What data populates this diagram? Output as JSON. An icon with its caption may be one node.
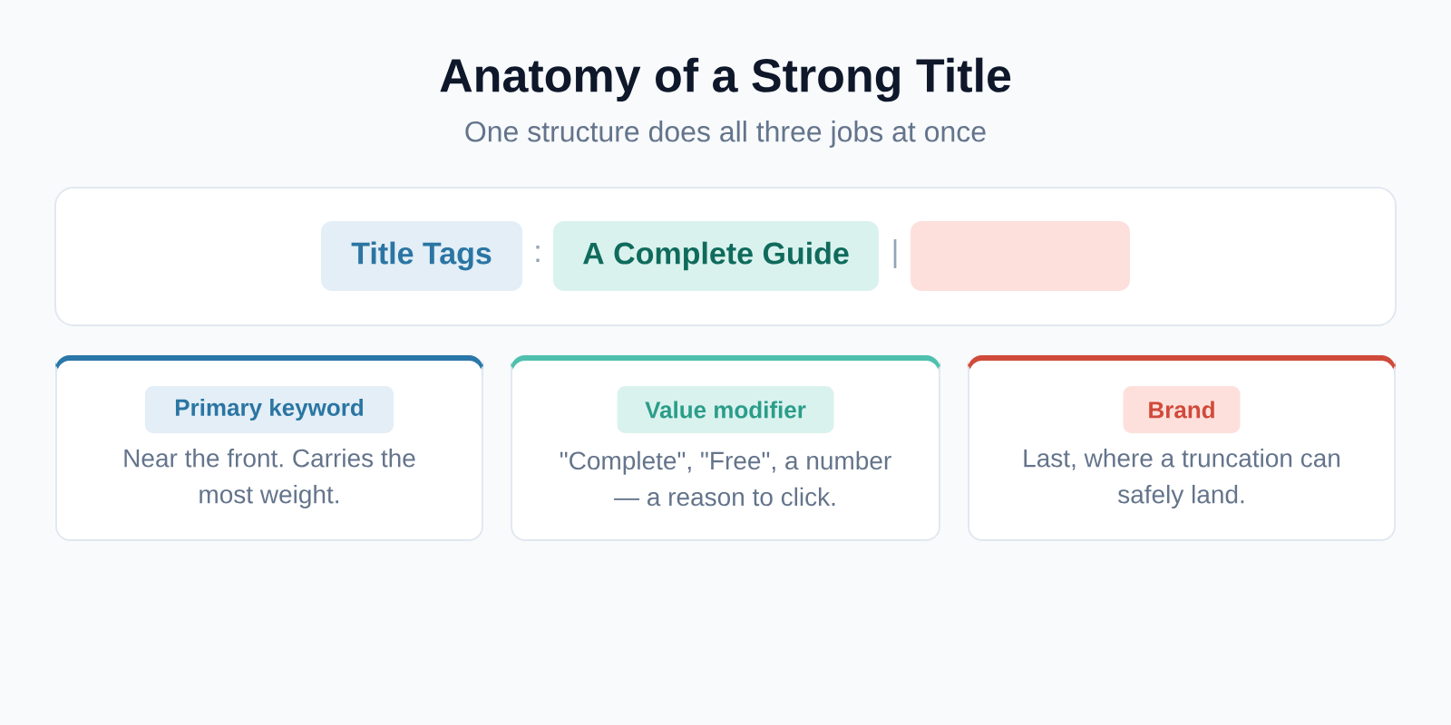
{
  "diagram": {
    "title": "Anatomy of a Strong Title",
    "nodes": [
      {
        "text": [],
        "shape": "box"
      },
      {
        "text": [
          "Title Tags"
        ],
        "in": 0
      },
      {
        "text": [
          "A Complete Guide"
        ],
        "in": 0
      },
      {
        "text": [],
        "shape": "box",
        "in": 0
      },
      {
        "text": [
          "Near the front. Carries the most weight."
        ]
      },
      {
        "text": [
          "Primary keyword"
        ],
        "in": 4
      },
      {
        "text": [
          "\"Complete\", \"Free\", a number — a reason to click."
        ]
      },
      {
        "text": [
          "Value modifier"
        ],
        "in": 6
      },
      {
        "text": [
          "Last, where a truncation can safely land."
        ]
      },
      {
        "text": [
          "Brand"
        ],
        "in": 8
      }
    ],
    "labels": [
      "One structure does all three jobs at once",
      ":",
      "|"
    ]
  }
}
